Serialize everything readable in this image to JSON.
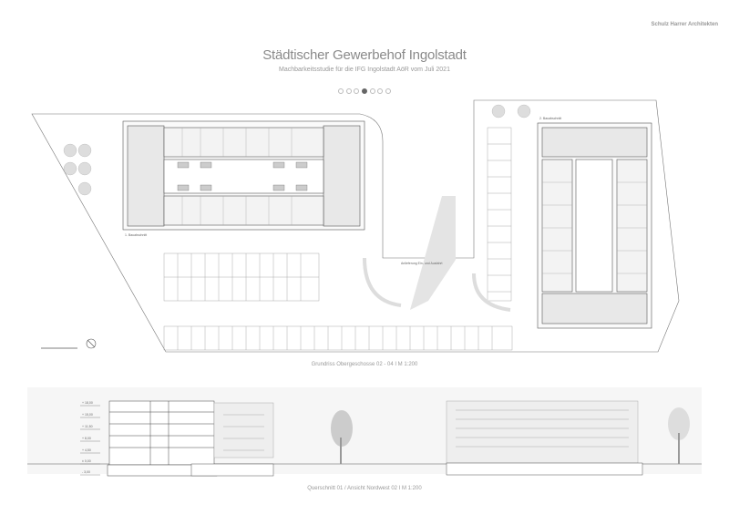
{
  "header": {
    "firm": "Schulz Harrer Architekten",
    "title": "Städtischer Gewerbehof Ingolstadt",
    "subtitle": "Machbarkeitsstudie für die IFG Ingolstadt AöR vom Juli 2021"
  },
  "pagination": {
    "total": 7,
    "active_index": 3
  },
  "plan": {
    "caption": "Grundriss Obergeschosse 02 - 04  I  M 1:200",
    "building_1_label": "1. Bauabschnitt",
    "building_2_label": "2. Bauabschnitt",
    "access_label": "Anlieferung Ein- und Ausfahrt"
  },
  "section": {
    "caption": "Querschnitt 01 / Ansicht Nordwest 02  I  M 1:200",
    "levels": [
      "+ 18,00",
      "+ 15,00",
      "+ 11,50",
      "+ 8,00",
      "+ 4,50",
      "± 0,00",
      "- 3,00"
    ]
  }
}
